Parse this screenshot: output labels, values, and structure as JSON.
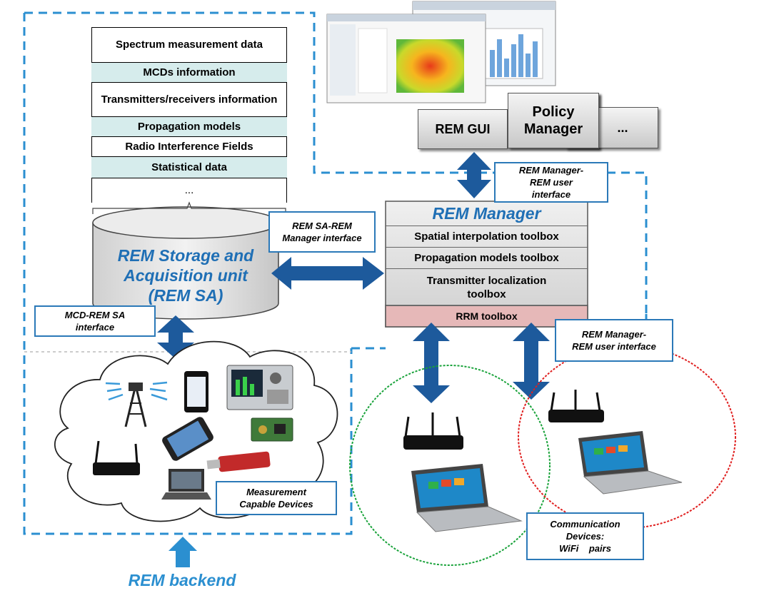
{
  "storage_table": {
    "rows": [
      {
        "text": "Spectrum measurement data",
        "shaded": false
      },
      {
        "text": "MCDs information",
        "shaded": true
      },
      {
        "text": "Transmitters/receivers information",
        "shaded": false
      },
      {
        "text": "Propagation models",
        "shaded": true
      },
      {
        "text": "Radio Interference Fields",
        "shaded": false
      },
      {
        "text": "Statistical data",
        "shaded": true
      },
      {
        "text": "...",
        "shaded": false
      }
    ]
  },
  "storage_unit": {
    "line1": "REM Storage and",
    "line2": "Acquisition unit",
    "line3": "(REM SA)"
  },
  "rem_manager": {
    "title": "REM Manager",
    "toolboxes": [
      "Spatial interpolation  toolbox",
      "Propagation models toolbox",
      "Transmitter localization toolbox"
    ],
    "rrm": "RRM toolbox"
  },
  "gui": {
    "rem_gui": "REM GUI",
    "policy_manager": "Policy Manager",
    "more": "..."
  },
  "interfaces": {
    "sa_manager": "REM SA-REM Manager interface",
    "manager_user_top": "REM Manager-REM user interface",
    "mcd_sa": "MCD-REM SA interface",
    "manager_user_bottom": "REM Manager-REM user interface"
  },
  "labels": {
    "measurement_devices": "Measurement Capable Devices",
    "communication_devices_1": "Communication",
    "communication_devices_2": "Devices:",
    "communication_devices_3": "WiFi    pairs",
    "rem_backend": "REM backend"
  },
  "colors": {
    "dashed_border": "#2b8fd0",
    "arrow": "#1d5a9c",
    "title_blue": "#1f6fb5",
    "teal_row": "#d6ecec",
    "rrm_row": "#e6b8b8",
    "green_circle": "#1aa33b",
    "red_circle": "#e02020"
  }
}
